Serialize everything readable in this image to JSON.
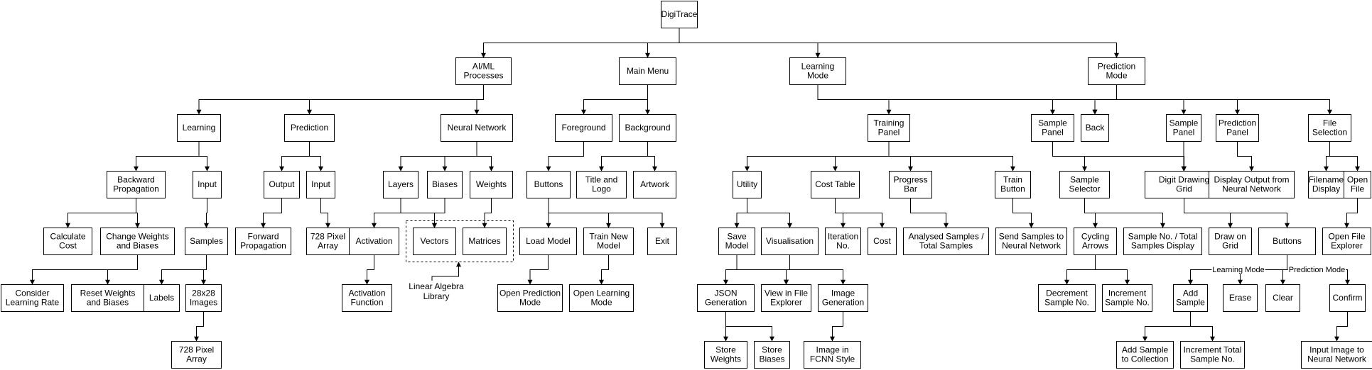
{
  "diagram": {
    "nodes": [
      {
        "id": "digitrace",
        "lines": [
          "DigiTrace"
        ]
      },
      {
        "id": "aiml",
        "lines": [
          "AI/ML",
          "Processes"
        ]
      },
      {
        "id": "mainmenu",
        "lines": [
          "Main Menu"
        ]
      },
      {
        "id": "learningmode",
        "lines": [
          "Learning",
          "Mode"
        ]
      },
      {
        "id": "predictionmode",
        "lines": [
          "Prediction",
          "Mode"
        ]
      },
      {
        "id": "learning",
        "lines": [
          "Learning"
        ]
      },
      {
        "id": "prediction",
        "lines": [
          "Prediction"
        ]
      },
      {
        "id": "neuralnetwork",
        "lines": [
          "Neural Network"
        ]
      },
      {
        "id": "backprop",
        "lines": [
          "Backward",
          "Propagation"
        ]
      },
      {
        "id": "learn_input",
        "lines": [
          "Input"
        ]
      },
      {
        "id": "calccost",
        "lines": [
          "Calculate",
          "Cost"
        ]
      },
      {
        "id": "changeweights",
        "lines": [
          "Change Weights",
          "and Biases"
        ]
      },
      {
        "id": "samples",
        "lines": [
          "Samples"
        ]
      },
      {
        "id": "considerlr",
        "lines": [
          "Consider",
          "Learning Rate"
        ]
      },
      {
        "id": "resetweights",
        "lines": [
          "Reset Weights",
          "and Biases"
        ]
      },
      {
        "id": "labels",
        "lines": [
          "Labels"
        ]
      },
      {
        "id": "images28",
        "lines": [
          "28x28",
          "Images"
        ]
      },
      {
        "id": "pixel728a",
        "lines": [
          "728 Pixel",
          "Array"
        ]
      },
      {
        "id": "pred_output",
        "lines": [
          "Output"
        ]
      },
      {
        "id": "pred_input",
        "lines": [
          "Input"
        ]
      },
      {
        "id": "forwardprop",
        "lines": [
          "Forward",
          "Propagation"
        ]
      },
      {
        "id": "pixel728b",
        "lines": [
          "728 Pixel",
          "Array"
        ]
      },
      {
        "id": "layers",
        "lines": [
          "Layers"
        ]
      },
      {
        "id": "biases",
        "lines": [
          "Biases"
        ]
      },
      {
        "id": "weights",
        "lines": [
          "Weights"
        ]
      },
      {
        "id": "activation",
        "lines": [
          "Activation"
        ]
      },
      {
        "id": "vectors",
        "lines": [
          "Vectors"
        ]
      },
      {
        "id": "matrices",
        "lines": [
          "Matrices"
        ]
      },
      {
        "id": "actfunction",
        "lines": [
          "Activation",
          "Function"
        ]
      },
      {
        "id": "foreground",
        "lines": [
          "Foreground"
        ]
      },
      {
        "id": "background",
        "lines": [
          "Background"
        ]
      },
      {
        "id": "buttons_mm",
        "lines": [
          "Buttons"
        ]
      },
      {
        "id": "titlelogo",
        "lines": [
          "Title and",
          "Logo"
        ]
      },
      {
        "id": "artwork",
        "lines": [
          "Artwork"
        ]
      },
      {
        "id": "loadmodel",
        "lines": [
          "Load Model"
        ]
      },
      {
        "id": "trainnew",
        "lines": [
          "Train New",
          "Model"
        ]
      },
      {
        "id": "exit",
        "lines": [
          "Exit"
        ]
      },
      {
        "id": "openpredmode",
        "lines": [
          "Open Prediction",
          "Mode"
        ]
      },
      {
        "id": "openlearnmode",
        "lines": [
          "Open Learning",
          "Mode"
        ]
      },
      {
        "id": "trainingpanel",
        "lines": [
          "Training",
          "Panel"
        ]
      },
      {
        "id": "utility",
        "lines": [
          "Utility"
        ]
      },
      {
        "id": "costtable",
        "lines": [
          "Cost Table"
        ]
      },
      {
        "id": "progressbar",
        "lines": [
          "Progress",
          "Bar"
        ]
      },
      {
        "id": "trainbutton",
        "lines": [
          "Train",
          "Button"
        ]
      },
      {
        "id": "savemodel",
        "lines": [
          "Save",
          "Model"
        ]
      },
      {
        "id": "visualisation",
        "lines": [
          "Visualisation"
        ]
      },
      {
        "id": "iterationno",
        "lines": [
          "Iteration",
          "No."
        ]
      },
      {
        "id": "cost",
        "lines": [
          "Cost"
        ]
      },
      {
        "id": "analysed",
        "lines": [
          "Analysed Samples /",
          "Total Samples"
        ]
      },
      {
        "id": "sendsamples",
        "lines": [
          "Send Samples to",
          "Neural Network"
        ]
      },
      {
        "id": "jsongen",
        "lines": [
          "JSON",
          "Generation"
        ]
      },
      {
        "id": "viewexplorer",
        "lines": [
          "View in File",
          "Explorer"
        ]
      },
      {
        "id": "imagegen",
        "lines": [
          "Image",
          "Generation"
        ]
      },
      {
        "id": "storeweights",
        "lines": [
          "Store",
          "Weights"
        ]
      },
      {
        "id": "storebiases",
        "lines": [
          "Store",
          "Biases"
        ]
      },
      {
        "id": "fcnnstyle",
        "lines": [
          "Image in",
          "FCNN Style"
        ]
      },
      {
        "id": "samplepanel_l",
        "lines": [
          "Sample",
          "Panel"
        ]
      },
      {
        "id": "back",
        "lines": [
          "Back"
        ]
      },
      {
        "id": "samplepanel_p",
        "lines": [
          "Sample",
          "Panel"
        ]
      },
      {
        "id": "predictionpanel",
        "lines": [
          "Prediction",
          "Panel"
        ]
      },
      {
        "id": "fileselection",
        "lines": [
          "File",
          "Selection"
        ]
      },
      {
        "id": "sampleselector",
        "lines": [
          "Sample",
          "Selector"
        ]
      },
      {
        "id": "digitgrid",
        "lines": [
          "Digit Drawing",
          "Grid"
        ]
      },
      {
        "id": "displayoutput",
        "lines": [
          "Display Output from",
          "Neural Network"
        ]
      },
      {
        "id": "filenamedisplay",
        "lines": [
          "Filename",
          "Display"
        ]
      },
      {
        "id": "openfile",
        "lines": [
          "Open",
          "File"
        ]
      },
      {
        "id": "cyclingarrows",
        "lines": [
          "Cycling",
          "Arrows"
        ]
      },
      {
        "id": "sampleno",
        "lines": [
          "Sample No. / Total",
          "Samples Display"
        ]
      },
      {
        "id": "drawgrid",
        "lines": [
          "Draw on",
          "Grid"
        ]
      },
      {
        "id": "buttons_grid",
        "lines": [
          "Buttons"
        ]
      },
      {
        "id": "openfileexplorer",
        "lines": [
          "Open File",
          "Explorer"
        ]
      },
      {
        "id": "decrement",
        "lines": [
          "Decrement",
          "Sample No."
        ]
      },
      {
        "id": "increment",
        "lines": [
          "Increment",
          "Sample No."
        ]
      },
      {
        "id": "addsample",
        "lines": [
          "Add",
          "Sample"
        ]
      },
      {
        "id": "erase",
        "lines": [
          "Erase"
        ]
      },
      {
        "id": "clear",
        "lines": [
          "Clear"
        ]
      },
      {
        "id": "confirm",
        "lines": [
          "Confirm"
        ]
      },
      {
        "id": "addcollection",
        "lines": [
          "Add Sample",
          "to Collection"
        ]
      },
      {
        "id": "incrementtotal",
        "lines": [
          "Increment Total",
          "Sample No."
        ]
      },
      {
        "id": "inputimage",
        "lines": [
          "Input Image to",
          "Neural Network"
        ]
      }
    ],
    "edges": [
      [
        "digitrace",
        "aiml"
      ],
      [
        "digitrace",
        "mainmenu"
      ],
      [
        "digitrace",
        "learningmode"
      ],
      [
        "digitrace",
        "predictionmode"
      ],
      [
        "aiml",
        "learning"
      ],
      [
        "aiml",
        "prediction"
      ],
      [
        "aiml",
        "neuralnetwork"
      ],
      [
        "learning",
        "backprop"
      ],
      [
        "learning",
        "learn_input"
      ],
      [
        "backprop",
        "calccost"
      ],
      [
        "backprop",
        "changeweights"
      ],
      [
        "changeweights",
        "considerlr"
      ],
      [
        "changeweights",
        "resetweights"
      ],
      [
        "learn_input",
        "samples"
      ],
      [
        "samples",
        "labels"
      ],
      [
        "samples",
        "images28"
      ],
      [
        "images28",
        "pixel728a"
      ],
      [
        "prediction",
        "pred_output"
      ],
      [
        "prediction",
        "pred_input"
      ],
      [
        "pred_output",
        "forwardprop"
      ],
      [
        "pred_input",
        "pixel728b"
      ],
      [
        "neuralnetwork",
        "layers"
      ],
      [
        "neuralnetwork",
        "biases"
      ],
      [
        "neuralnetwork",
        "weights"
      ],
      [
        "layers",
        "activation"
      ],
      [
        "layers",
        "vectors"
      ],
      [
        "biases",
        "vectors"
      ],
      [
        "weights",
        "matrices"
      ],
      [
        "activation",
        "actfunction"
      ],
      [
        "mainmenu",
        "foreground"
      ],
      [
        "mainmenu",
        "background"
      ],
      [
        "foreground",
        "buttons_mm"
      ],
      [
        "background",
        "titlelogo"
      ],
      [
        "background",
        "artwork"
      ],
      [
        "buttons_mm",
        "loadmodel"
      ],
      [
        "buttons_mm",
        "trainnew"
      ],
      [
        "buttons_mm",
        "exit"
      ],
      [
        "loadmodel",
        "openpredmode"
      ],
      [
        "trainnew",
        "openlearnmode"
      ],
      [
        "learningmode",
        "trainingpanel"
      ],
      [
        "learningmode",
        "back"
      ],
      [
        "trainingpanel",
        "utility"
      ],
      [
        "trainingpanel",
        "costtable"
      ],
      [
        "trainingpanel",
        "progressbar"
      ],
      [
        "trainingpanel",
        "trainbutton"
      ],
      [
        "utility",
        "savemodel"
      ],
      [
        "utility",
        "visualisation"
      ],
      [
        "savemodel",
        "jsongen"
      ],
      [
        "savemodel",
        "viewexplorer"
      ],
      [
        "visualisation",
        "viewexplorer"
      ],
      [
        "visualisation",
        "imagegen"
      ],
      [
        "jsongen",
        "storeweights"
      ],
      [
        "jsongen",
        "storebiases"
      ],
      [
        "imagegen",
        "fcnnstyle"
      ],
      [
        "costtable",
        "iterationno"
      ],
      [
        "costtable",
        "cost"
      ],
      [
        "progressbar",
        "analysed"
      ],
      [
        "trainbutton",
        "sendsamples"
      ],
      [
        "predictionmode",
        "samplepanel_l"
      ],
      [
        "predictionmode",
        "back"
      ],
      [
        "predictionmode",
        "samplepanel_p"
      ],
      [
        "predictionmode",
        "predictionpanel"
      ],
      [
        "predictionmode",
        "fileselection"
      ],
      [
        "samplepanel_l",
        "sampleselector"
      ],
      [
        "samplepanel_l",
        "digitgrid"
      ],
      [
        "samplepanel_p",
        "digitgrid"
      ],
      [
        "predictionpanel",
        "displayoutput"
      ],
      [
        "fileselection",
        "filenamedisplay"
      ],
      [
        "fileselection",
        "openfile"
      ],
      [
        "openfile",
        "openfileexplorer"
      ],
      [
        "sampleselector",
        "cyclingarrows"
      ],
      [
        "sampleselector",
        "sampleno"
      ],
      [
        "cyclingarrows",
        "decrement"
      ],
      [
        "cyclingarrows",
        "increment"
      ],
      [
        "digitgrid",
        "drawgrid"
      ],
      [
        "digitgrid",
        "buttons_grid"
      ],
      [
        "buttons_grid",
        "addsample"
      ],
      [
        "buttons_grid",
        "erase"
      ],
      [
        "buttons_grid",
        "clear"
      ],
      [
        "buttons_grid",
        "confirm"
      ],
      [
        "addsample",
        "addcollection"
      ],
      [
        "addsample",
        "incrementtotal"
      ],
      [
        "confirm",
        "inputimage"
      ]
    ],
    "group": {
      "members": [
        "vectors",
        "matrices"
      ],
      "label_lines": [
        "Linear Algebra",
        "Library"
      ]
    },
    "edge_labels": [
      {
        "text": "Learning Mode",
        "edge": [
          "buttons_grid",
          "addsample"
        ]
      },
      {
        "text": "Prediction Mode",
        "edge": [
          "buttons_grid",
          "confirm"
        ]
      }
    ]
  }
}
